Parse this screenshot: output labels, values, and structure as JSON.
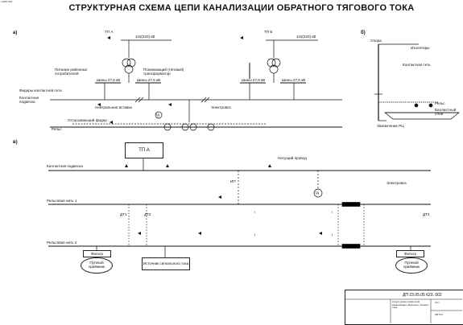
{
  "document": {
    "corner_code": "КНВМ 989",
    "title": "СТРУКТУРНАЯ СХЕМА ЦЕПИ КАНАЛИЗАЦИИ ОБРАТНОГО ТЯГОВОГО ТОКА"
  },
  "panel_a": {
    "letter": "а)",
    "tp_a": "ТП А",
    "tp_b": "ТП Б",
    "voltage_a": "110(220) кВ",
    "voltage_b": "110(220) кВ",
    "power_feed": "Питание районных потребителей",
    "transformer": "Понижающий (тяговый) трансформатор",
    "bus_1": "Шины 27,5 кВ",
    "bus_2": "Шины 27,5 кВ",
    "bus_3": "Шины 27,5 кВ",
    "bus_4": "Шины 27,5 кВ",
    "feeders": "Фидеры контактной сети",
    "catenary": "Контактная подвеска",
    "neutral_insert": "Нейтральная вставка",
    "locomotive": "Электровоз",
    "suction_feeder": "Отсасывающий фидер",
    "rails": "Рельс",
    "mark_tsh": "ТД"
  },
  "panel_b": {
    "letter": "б)",
    "support": "Опора",
    "insulators": "Изоляторы",
    "contact_network": "Контактная сеть",
    "rail": "Рельс",
    "ballast": "Балластный слой",
    "grounding": "Заземление РЦ"
  },
  "panel_c": {
    "letter": "в)",
    "tp_a": "ТП А",
    "catenary": "Контактная подвеска",
    "messenger": "Несущий провод",
    "ip": "ИП",
    "locomotive": "Электровоз",
    "rail_1": "Рельсовая нить 1",
    "rail_2": "Рельсовая нить 2",
    "dt1": "ДТ1",
    "dt2": "ДТ2",
    "dt3": "ДТ3",
    "filter_left": "Фильтр",
    "filter_right": "Фильтр",
    "track_receiver_left": "Путевой приёмник",
    "track_receiver_right": "Путевой приёмник",
    "signal_source": "Источник сигнального тока",
    "mark_tsh": "ТД",
    "mark_i": "I"
  },
  "stamp": {
    "code": "ДП 23.05.05 623. 002",
    "title": "Структурная схема цепи канализации обратного тягового тока",
    "note": "Лист",
    "org": "ДВГУПС"
  },
  "colors": {
    "ink": "#111111",
    "rail_joint": "#000000",
    "background": "#ffffff"
  }
}
